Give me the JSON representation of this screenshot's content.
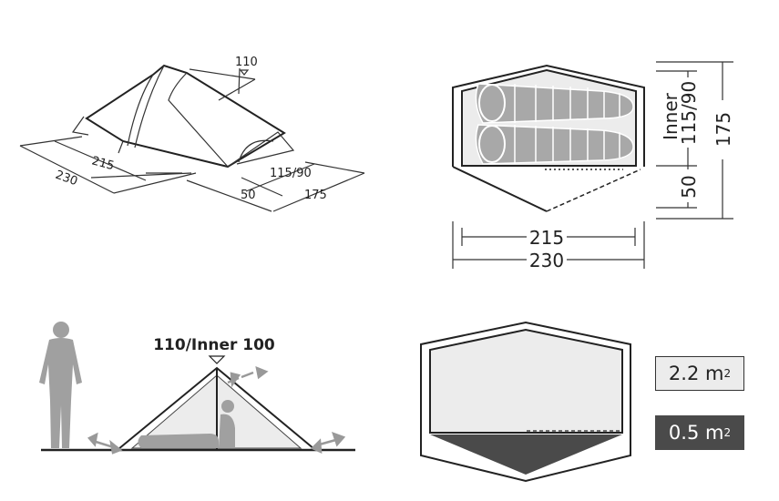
{
  "perspective_view": {
    "height": "110",
    "outer_length": "230",
    "inner_length": "215",
    "inner_width": "115/90",
    "vestibule": "50",
    "outer_width": "175"
  },
  "plan_view": {
    "inner_length": "215",
    "outer_length": "230",
    "inner_label": "Inner",
    "inner_width": "115/90",
    "vestibule": "50",
    "outer_width": "175"
  },
  "side_view": {
    "height_label": "110/Inner 100"
  },
  "area_view": {
    "inner_area": "2.2 m",
    "vestibule_area": "0.5 m",
    "unit_exp": "2"
  },
  "colors": {
    "inner": "#ececec",
    "vestibule": "#4a4a4a",
    "bags": "#a8a8a8",
    "outline": "#333333"
  }
}
